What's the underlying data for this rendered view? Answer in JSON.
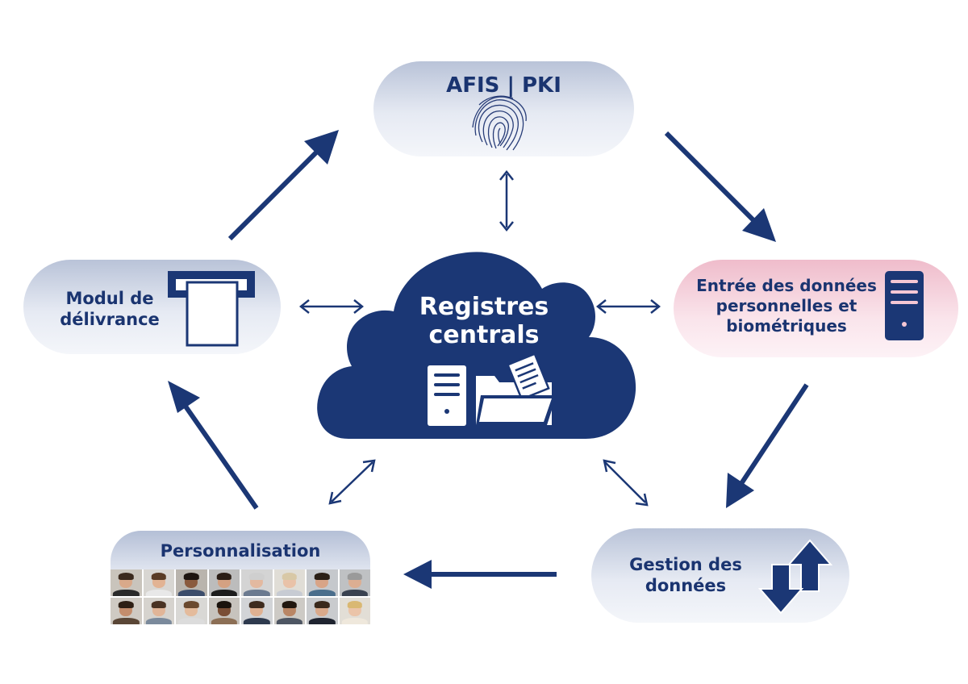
{
  "nodes": {
    "afis": {
      "label": "AFIS | PKI",
      "icon": "fingerprint-icon"
    },
    "delivery": {
      "line1": "Modul de",
      "line2": "délivrance",
      "icon": "card-dispenser-icon"
    },
    "entry": {
      "line1": "Entrée des données",
      "line2": "personnelles et",
      "line3": "biométriques",
      "icon": "server-tower-icon"
    },
    "data_management": {
      "line1": "Gestion des",
      "line2": "données",
      "icon": "swap-arrows-icon"
    },
    "personalisation": {
      "label": "Personnalisation",
      "icon": "portrait-photos"
    },
    "central": {
      "line1": "Registres",
      "line2": "centrals",
      "icons": [
        "server-icon",
        "folder-document-icon"
      ]
    }
  },
  "colors": {
    "navy": "#1b3775",
    "pill_light": "#e8ecf4",
    "pill_dark": "#b9c3d8",
    "pink_light": "#fbe8ee",
    "pink_dark": "#f0bfcc",
    "text": "#1a3470"
  }
}
